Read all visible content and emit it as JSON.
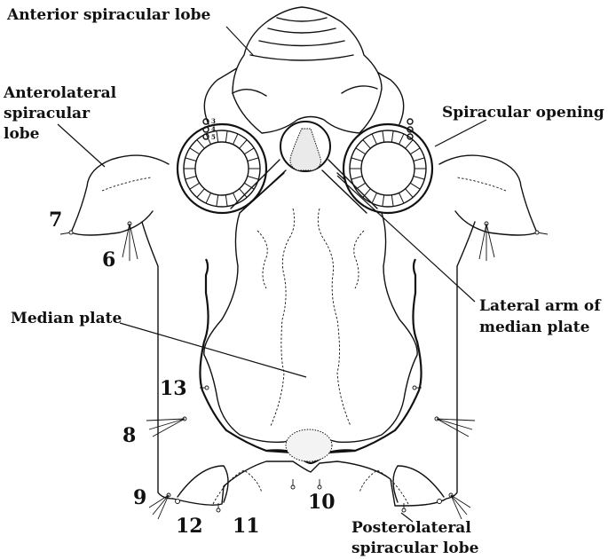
{
  "labels": {
    "anterior_spiracular_lobe": "Anterior spiracular lobe",
    "anterolateral_line1": "Anterolateral",
    "anterolateral_line2": "spiracular",
    "anterolateral_line3": "lobe",
    "spiracular_opening": "Spiracular opening",
    "lateral_arm_line1": "Lateral arm of",
    "lateral_arm_line2": "median plate",
    "median_plate": "Median plate",
    "posterolateral_line1": "Posterolateral",
    "posterolateral_line2": "spiracular lobe"
  },
  "setae": {
    "s3": "3",
    "s4": "4",
    "s5": "5",
    "s6": "6",
    "s7": "7",
    "s8": "8",
    "s9": "9",
    "s10": "10",
    "s11": "11",
    "s12": "12",
    "s13": "13"
  }
}
